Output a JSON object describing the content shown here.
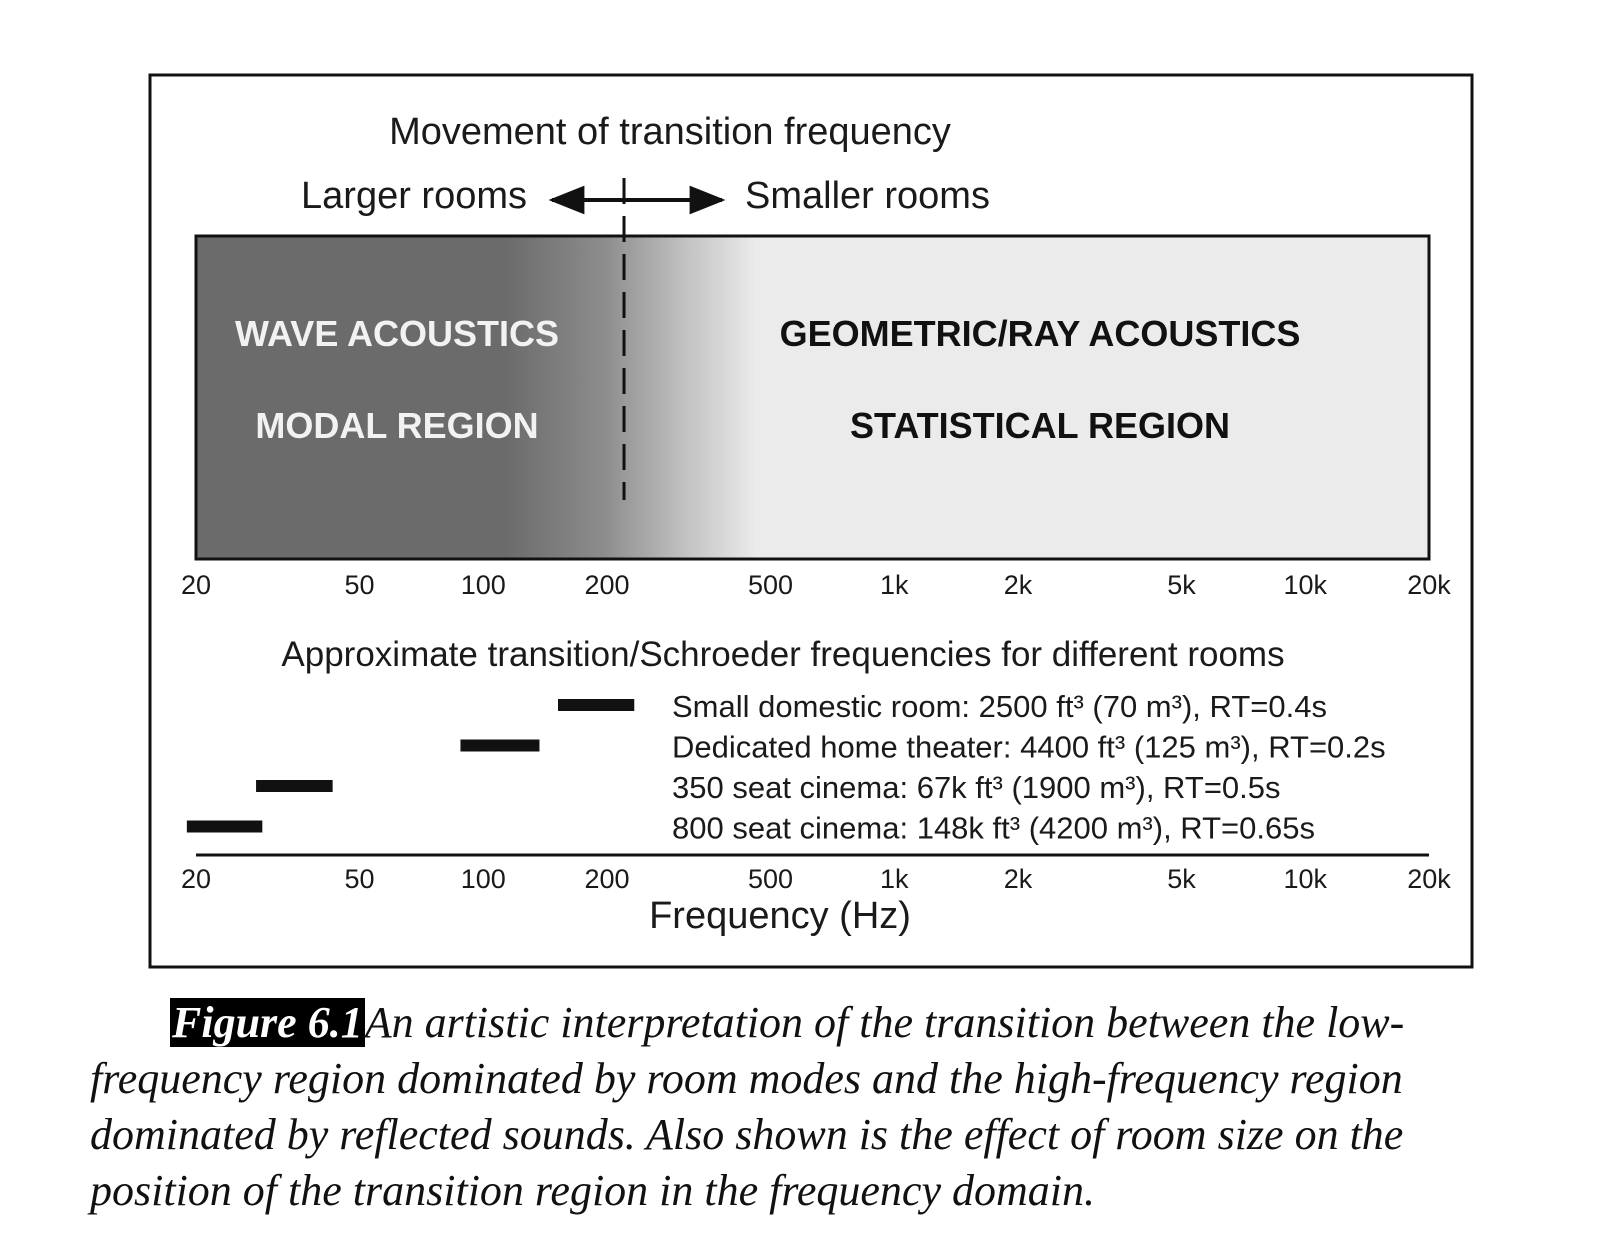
{
  "diagram": {
    "movement_title": "Movement of transition frequency",
    "larger_label": "Larger rooms",
    "smaller_label": "Smaller rooms",
    "left_region_line1": "WAVE ACOUSTICS",
    "left_region_line2": "MODAL REGION",
    "right_region_line1": "GEOMETRIC/RAY ACOUSTICS",
    "right_region_line2": "STATISTICAL REGION",
    "rooms_title": "Approximate transition/Schroeder frequencies for different rooms",
    "x_axis_label": "Frequency (Hz)",
    "transition_frequency_hz": 220,
    "colors": {
      "modal_fill": "#6b6b6b",
      "statistical_fill": "#ebebeb",
      "frame": "#111111",
      "bar": "#111111"
    }
  },
  "chart_data": {
    "type": "bar",
    "title": "Approximate transition/Schroeder frequencies for different rooms",
    "xlabel": "Frequency (Hz)",
    "x_scale": "log",
    "xlim": [
      20,
      20000
    ],
    "ticks": [
      {
        "value": 20,
        "label": "20"
      },
      {
        "value": 50,
        "label": "50"
      },
      {
        "value": 100,
        "label": "100"
      },
      {
        "value": 200,
        "label": "200"
      },
      {
        "value": 500,
        "label": "500"
      },
      {
        "value": 1000,
        "label": "1k"
      },
      {
        "value": 2000,
        "label": "2k"
      },
      {
        "value": 5000,
        "label": "5k"
      },
      {
        "value": 10000,
        "label": "10k"
      },
      {
        "value": 20000,
        "label": "20k"
      }
    ],
    "series": [
      {
        "name": "Small domestic room: 2500 ft³ (70 m³), RT=0.4s",
        "range_hz": [
          152,
          233
        ]
      },
      {
        "name": "Dedicated home theater: 4400 ft³ (125 m³), RT=0.2s",
        "range_hz": [
          88,
          137
        ]
      },
      {
        "name": "350 seat cinema: 67k ft³ (1900 m³), RT=0.5s",
        "range_hz": [
          28,
          43
        ]
      },
      {
        "name": "800 seat cinema: 148k ft³ (4200 m³), RT=0.65s",
        "range_hz": [
          19,
          29
        ]
      }
    ]
  },
  "caption": {
    "label": "Figure 6.1",
    "text": "An artistic interpretation of the transition between the low-frequency region dominated by room modes and the high-frequency region dominated by reflected sounds. Also shown is the effect of room size on the position of the transition region in the frequency domain."
  }
}
